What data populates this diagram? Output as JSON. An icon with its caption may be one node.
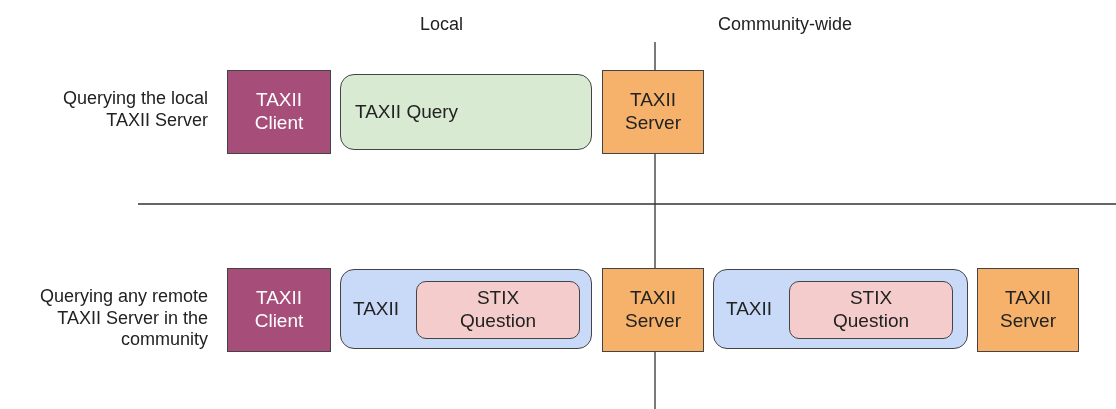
{
  "diagram": {
    "nodes": [
      {
        "text": [
          "TAXII Client"
        ]
      },
      {
        "text": [
          "TAXII Query"
        ]
      },
      {
        "text": [
          "TAXII Server"
        ]
      },
      {
        "text": [
          "TAXII Client"
        ]
      },
      {
        "text": [
          "TAXII"
        ]
      },
      {
        "text": [
          "STIX Question"
        ],
        "in": 4
      },
      {
        "text": [
          "TAXII Server"
        ]
      },
      {
        "text": [
          "TAXII"
        ]
      },
      {
        "text": [
          "STIX Question"
        ],
        "in": 7
      },
      {
        "text": [
          "TAXII Server"
        ]
      }
    ],
    "labels": [
      "Local",
      "Community-wide",
      "Querying the local TAXII Server",
      "Querying any remote TAXII Server in the community"
    ]
  }
}
